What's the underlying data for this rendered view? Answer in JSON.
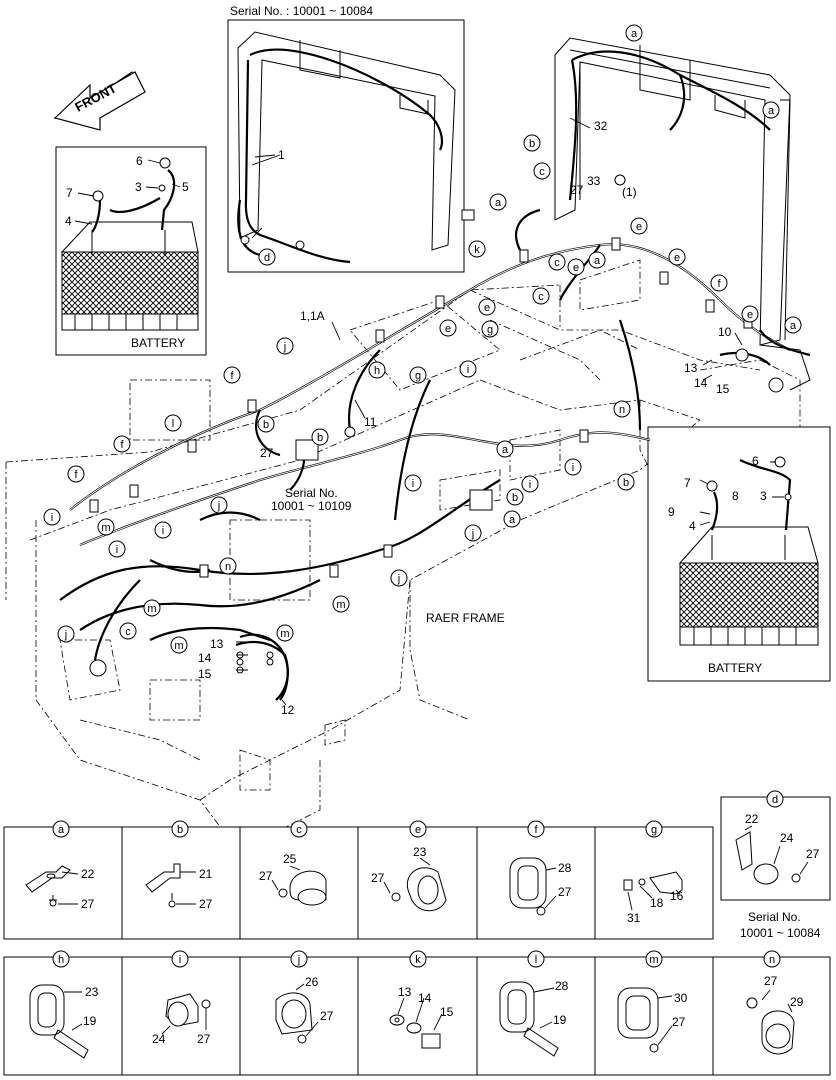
{
  "texts": {
    "serial_top": "Serial No. : 10001 ~ 10084",
    "front": "FRONT",
    "battery_left": "BATTERY",
    "battery_right": "BATTERY",
    "raer_frame": "RAER FRAME",
    "serial_mid_1": "Serial No.",
    "serial_mid_2": "10001 ~ 10109",
    "serial_d_1": "Serial No.",
    "serial_d_2": "10001 ~ 10084"
  },
  "callouts": {
    "n1": "1",
    "n1a": "1,1A",
    "n3": "3",
    "n4": "4",
    "n5": "5",
    "n6": "6",
    "n7": "7",
    "n8": "8",
    "n9": "9",
    "n10": "10",
    "n11": "11",
    "n12": "12",
    "n13": "13",
    "n14": "14",
    "n15": "15",
    "n27": "27",
    "n32": "32",
    "n33": "33",
    "n1p": "(1)"
  },
  "markers": [
    "a",
    "b",
    "c",
    "d",
    "e",
    "f",
    "g",
    "h",
    "i",
    "j",
    "k",
    "l",
    "m",
    "n"
  ],
  "detail_panels": [
    {
      "letter": "a",
      "parts": [
        "22",
        "27"
      ]
    },
    {
      "letter": "b",
      "parts": [
        "21",
        "27"
      ]
    },
    {
      "letter": "c",
      "parts": [
        "25",
        "27"
      ]
    },
    {
      "letter": "e",
      "parts": [
        "23",
        "27"
      ]
    },
    {
      "letter": "f",
      "parts": [
        "28",
        "27"
      ]
    },
    {
      "letter": "g",
      "parts": [
        "16",
        "18",
        "31"
      ]
    },
    {
      "letter": "d",
      "parts": [
        "22",
        "24",
        "27"
      ]
    },
    {
      "letter": "h",
      "parts": [
        "23",
        "19"
      ]
    },
    {
      "letter": "i",
      "parts": [
        "24",
        "27"
      ]
    },
    {
      "letter": "j",
      "parts": [
        "26",
        "27"
      ]
    },
    {
      "letter": "k",
      "parts": [
        "13",
        "14",
        "15"
      ]
    },
    {
      "letter": "l",
      "parts": [
        "28",
        "19"
      ]
    },
    {
      "letter": "m",
      "parts": [
        "30",
        "27"
      ]
    },
    {
      "letter": "n",
      "parts": [
        "27",
        "29"
      ]
    }
  ]
}
